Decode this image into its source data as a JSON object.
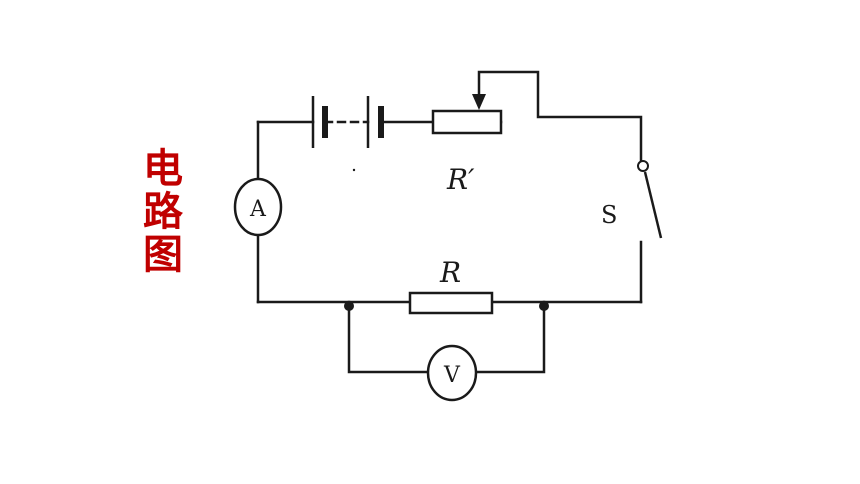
{
  "title": {
    "chars": [
      "电",
      "路",
      "图"
    ],
    "color": "#c00000"
  },
  "diagram": {
    "ammeter_label": "A",
    "voltmeter_label": "V",
    "rheostat_label": "R′",
    "resistor_label": "R",
    "switch_label": "S",
    "wire_color": "#1a1a1a"
  }
}
